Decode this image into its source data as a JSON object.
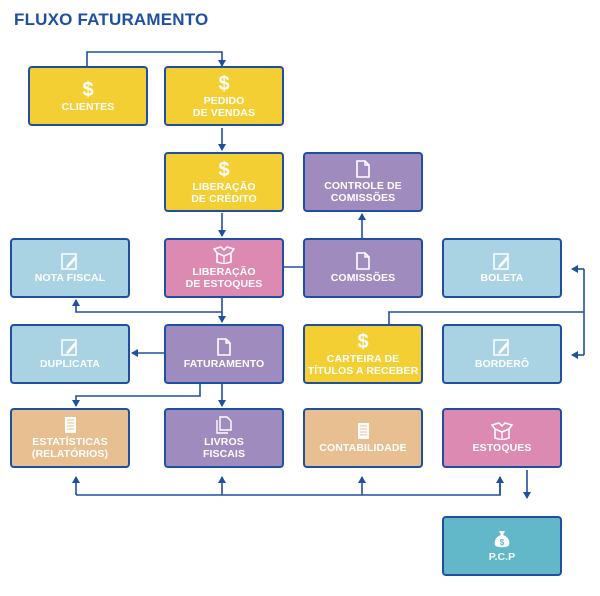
{
  "title": "FLUXO FATURAMENTO",
  "colors": {
    "line": "#1f4fa3",
    "yellow": "#f4cf33",
    "purple": "#a08bbe",
    "pink": "#dd8ab3",
    "light_blue": "#a9d3e2",
    "peach": "#e8bf91",
    "teal": "#62b8c8"
  },
  "nodes": {
    "clientes": {
      "label": "CLIENTES",
      "icon": "dollar-icon"
    },
    "pedido": {
      "label": "PEDIDO\nDE VENDAS",
      "icon": "dollar-icon"
    },
    "liberacao_credito": {
      "label": "LIBERAÇÃO\nDE CRÉDITO",
      "icon": "dollar-icon"
    },
    "controle_comissoes": {
      "label": "CONTROLE DE\nCOMISSÕES",
      "icon": "document-icon"
    },
    "nota_fiscal": {
      "label": "NOTA FISCAL",
      "icon": "edit-document-icon"
    },
    "liberacao_estoques": {
      "label": "LIBERAÇÃO\nDE ESTOQUES",
      "icon": "box-icon"
    },
    "comissoes": {
      "label": "COMISSÕES",
      "icon": "document-icon"
    },
    "boleta": {
      "label": "BOLETA",
      "icon": "edit-document-icon"
    },
    "duplicata": {
      "label": "DUPLICATA",
      "icon": "edit-document-icon"
    },
    "faturamento": {
      "label": "FATURAMENTO",
      "icon": "document-icon"
    },
    "carteira": {
      "label": "CARTEIRA DE\nTÍTULOS A RECEBER",
      "icon": "dollar-icon"
    },
    "bordero": {
      "label": "BORDERÔ",
      "icon": "edit-document-icon"
    },
    "estatisticas": {
      "label": "ESTATÍSTICAS\n(RELATÓRIOS)",
      "icon": "notebook-icon"
    },
    "livros_fiscais": {
      "label": "LIVROS\nFISCAIS",
      "icon": "documents-icon"
    },
    "contabilidade": {
      "label": "CONTABILIDADE",
      "icon": "notebook-icon"
    },
    "estoques": {
      "label": "ESTOQUES",
      "icon": "box-icon"
    },
    "pcp": {
      "label": "P.C.P",
      "icon": "money-bag-icon"
    }
  }
}
